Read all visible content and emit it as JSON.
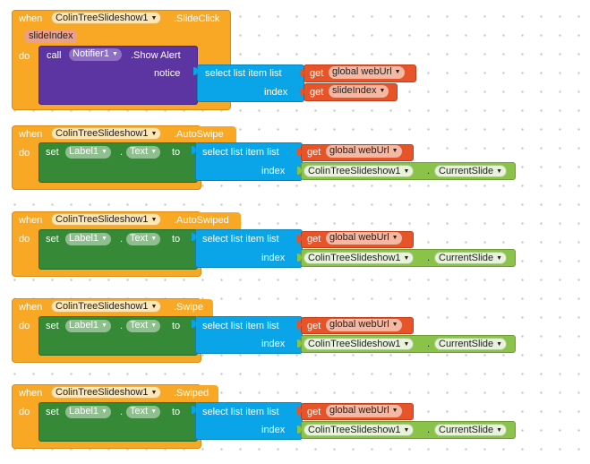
{
  "labels": {
    "when": "when",
    "do": "do",
    "call": "call",
    "set": "set",
    "to": "to",
    "notice": "notice",
    "index": "index",
    "get": "get",
    "dot": "."
  },
  "event1": {
    "component": "ColinTreeSlideshow1",
    "event": ".SlideClick",
    "param": "slideIndex",
    "method_component": "Notifier1",
    "method": ".Show Alert",
    "list_block": "select list item  list",
    "list_var": "global webUrl",
    "index_var": "slideIndex"
  },
  "events": [
    {
      "component": "ColinTreeSlideshow1",
      "event": ".AutoSwipe",
      "target": "Label1",
      "property": "Text",
      "list_block": "select list item  list",
      "list_var": "global webUrl",
      "index_component": "ColinTreeSlideshow1",
      "index_property": "CurrentSlide"
    },
    {
      "component": "ColinTreeSlideshow1",
      "event": ".AutoSwiped",
      "target": "Label1",
      "property": "Text",
      "list_block": "select list item  list",
      "list_var": "global webUrl",
      "index_component": "ColinTreeSlideshow1",
      "index_property": "CurrentSlide"
    },
    {
      "component": "ColinTreeSlideshow1",
      "event": ".Swipe",
      "target": "Label1",
      "property": "Text",
      "list_block": "select list item  list",
      "list_var": "global webUrl",
      "index_component": "ColinTreeSlideshow1",
      "index_property": "CurrentSlide"
    },
    {
      "component": "ColinTreeSlideshow1",
      "event": ".Swiped",
      "target": "Label1",
      "property": "Text",
      "list_block": "select list item  list",
      "list_var": "global webUrl",
      "index_component": "ColinTreeSlideshow1",
      "index_property": "CurrentSlide"
    }
  ],
  "colors": {
    "event": "#f9a825",
    "method_call": "#5c35a3",
    "setter": "#368937",
    "list": "#0aa5e8",
    "variable": "#e8542a",
    "component_getter": "#8bc34a"
  }
}
